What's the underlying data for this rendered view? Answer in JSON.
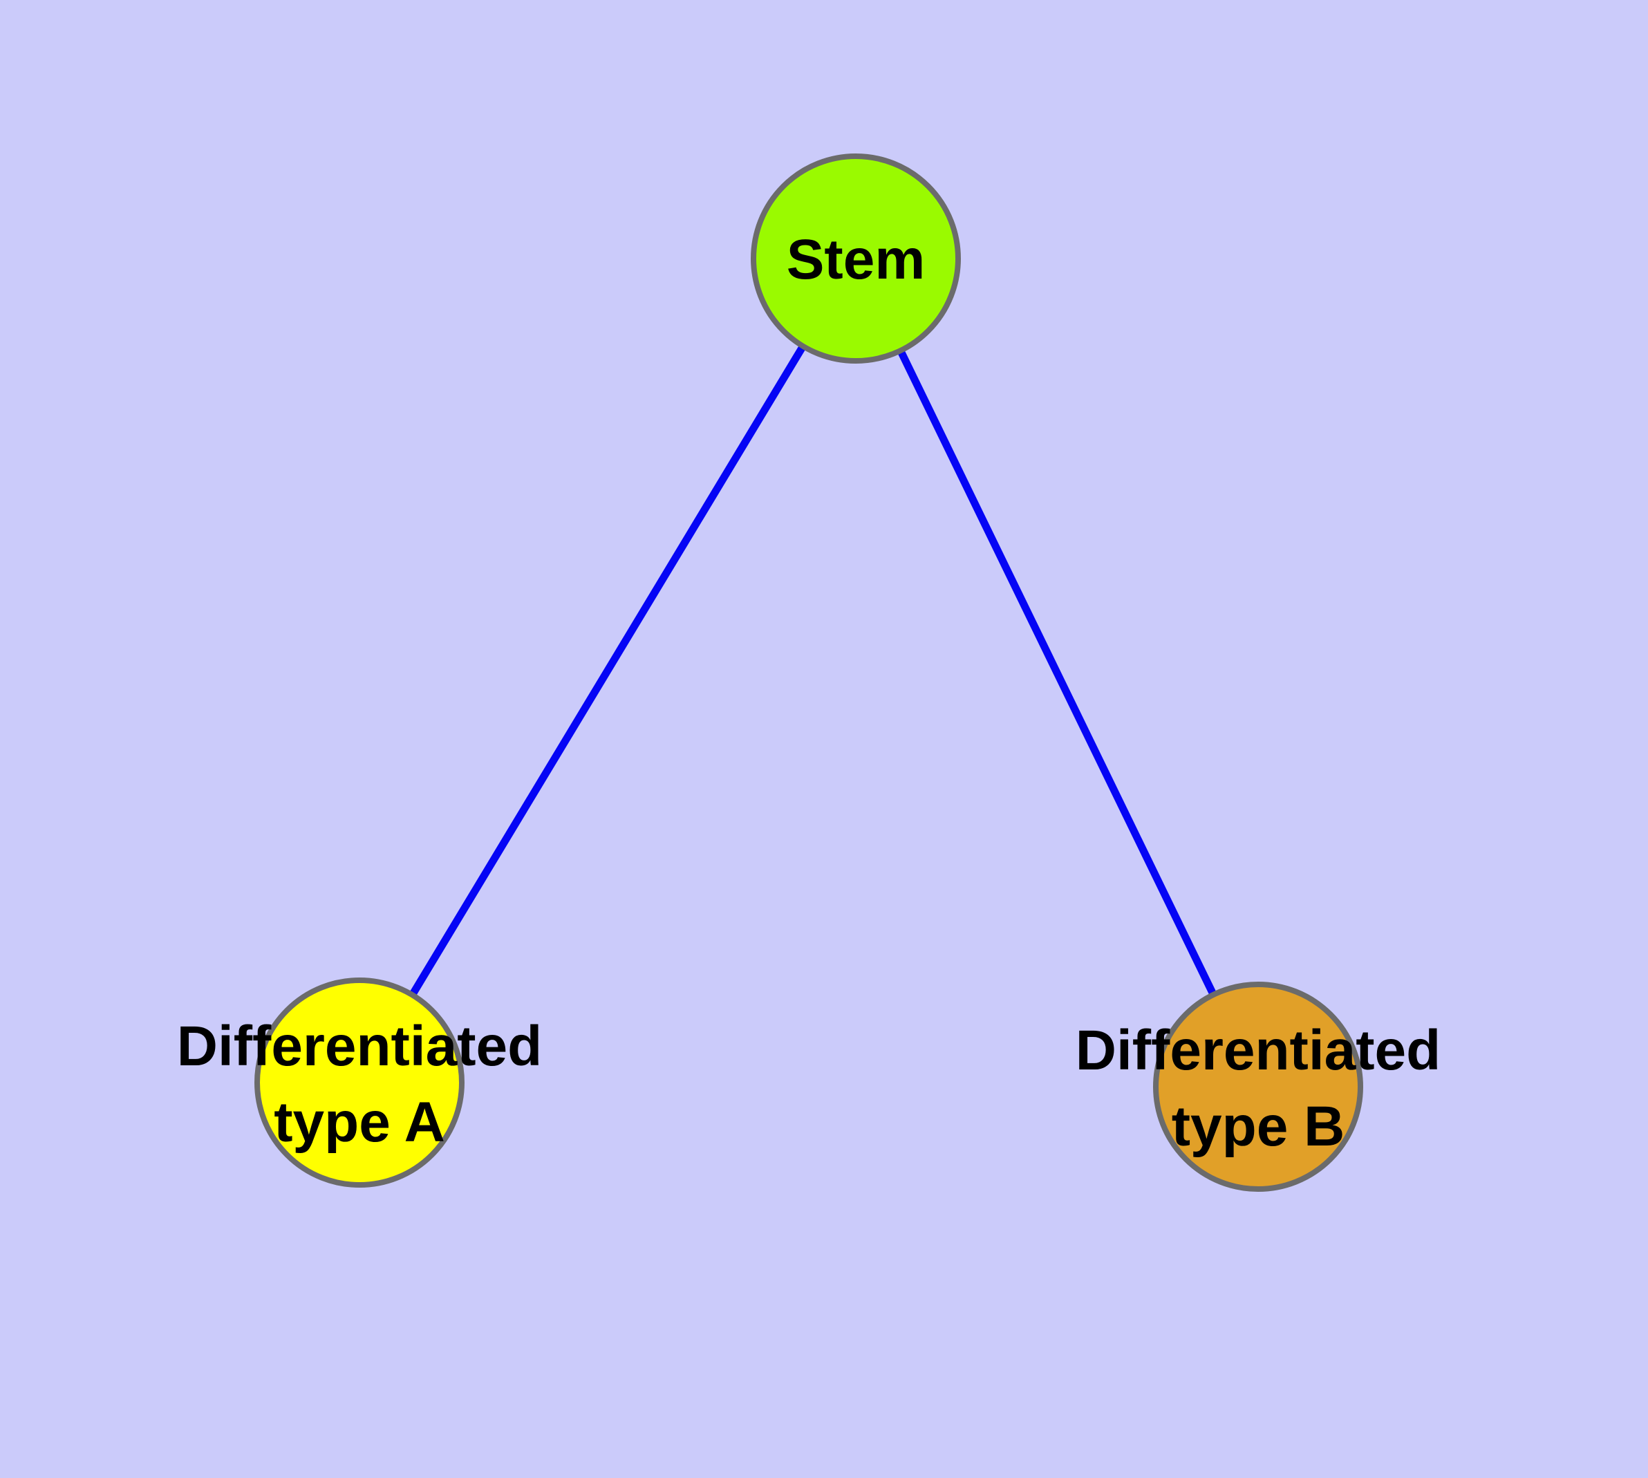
{
  "diagram": {
    "background_color": "#CBCBFA",
    "edge_color": "#0505F5",
    "edge_width": "11",
    "node_border_color": "#6B6B6B",
    "node_border_width": "8",
    "label_color": "#000000",
    "nodes": {
      "stem": {
        "label": "Stem",
        "fill": "#9AFA00"
      },
      "type_a": {
        "label": "Differentiated type A",
        "label_line1": "Differentiated",
        "label_line2": "type A",
        "fill": "#FFFF00"
      },
      "type_b": {
        "label": "Differentiated type B",
        "label_line1": "Differentiated",
        "label_line2": "type B",
        "fill": "#E1A028"
      }
    },
    "edges": [
      {
        "from": "Stem",
        "to": "Differentiated type A"
      },
      {
        "from": "Stem",
        "to": "Differentiated type B"
      }
    ]
  }
}
